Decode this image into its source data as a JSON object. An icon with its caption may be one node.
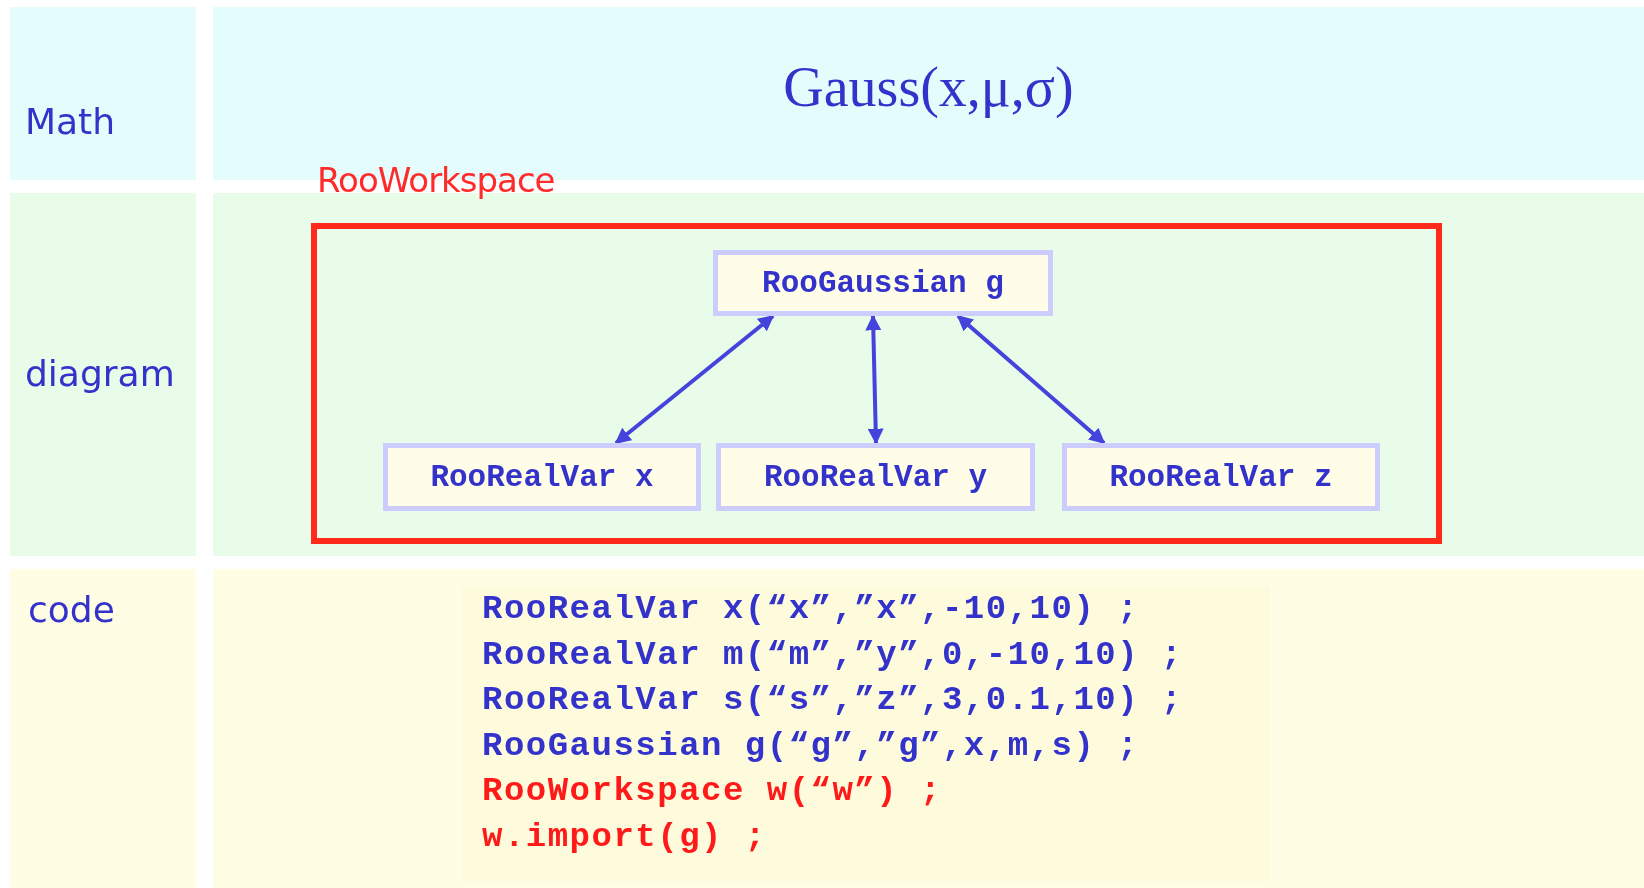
{
  "diagram": {
    "title": "Gauss(x,μ,σ)",
    "nodes": [
      {
        "text": [
          "RooWorkspace"
        ]
      },
      {
        "text": [
          "RooGaussian g"
        ],
        "in": 0
      },
      {
        "text": [
          "RooRealVar x"
        ],
        "in": 0
      },
      {
        "text": [
          "RooRealVar y"
        ],
        "in": 0
      },
      {
        "text": [
          "RooRealVar z"
        ],
        "in": 0
      },
      {
        "text": [
          "RooRealVar x(“x”,”x”,-10,10) ;",
          "RooRealVar m(“m”,”y”,0,-10,10) ;",
          "RooRealVar s(“s”,”z”,3,0.1,10) ;",
          "RooGaussian g(“g”,”g”,x,m,s) ;",
          "RooWorkspace w(“w”) ;",
          "w.import(g) ;"
        ]
      }
    ],
    "edges": [
      {
        "from": 1,
        "to": 2,
        "arrow": "both"
      },
      {
        "from": 1,
        "to": 3,
        "arrow": "both"
      },
      {
        "from": 1,
        "to": 4,
        "arrow": "both"
      }
    ],
    "labels": [
      "Math",
      "diagram",
      "code"
    ]
  }
}
